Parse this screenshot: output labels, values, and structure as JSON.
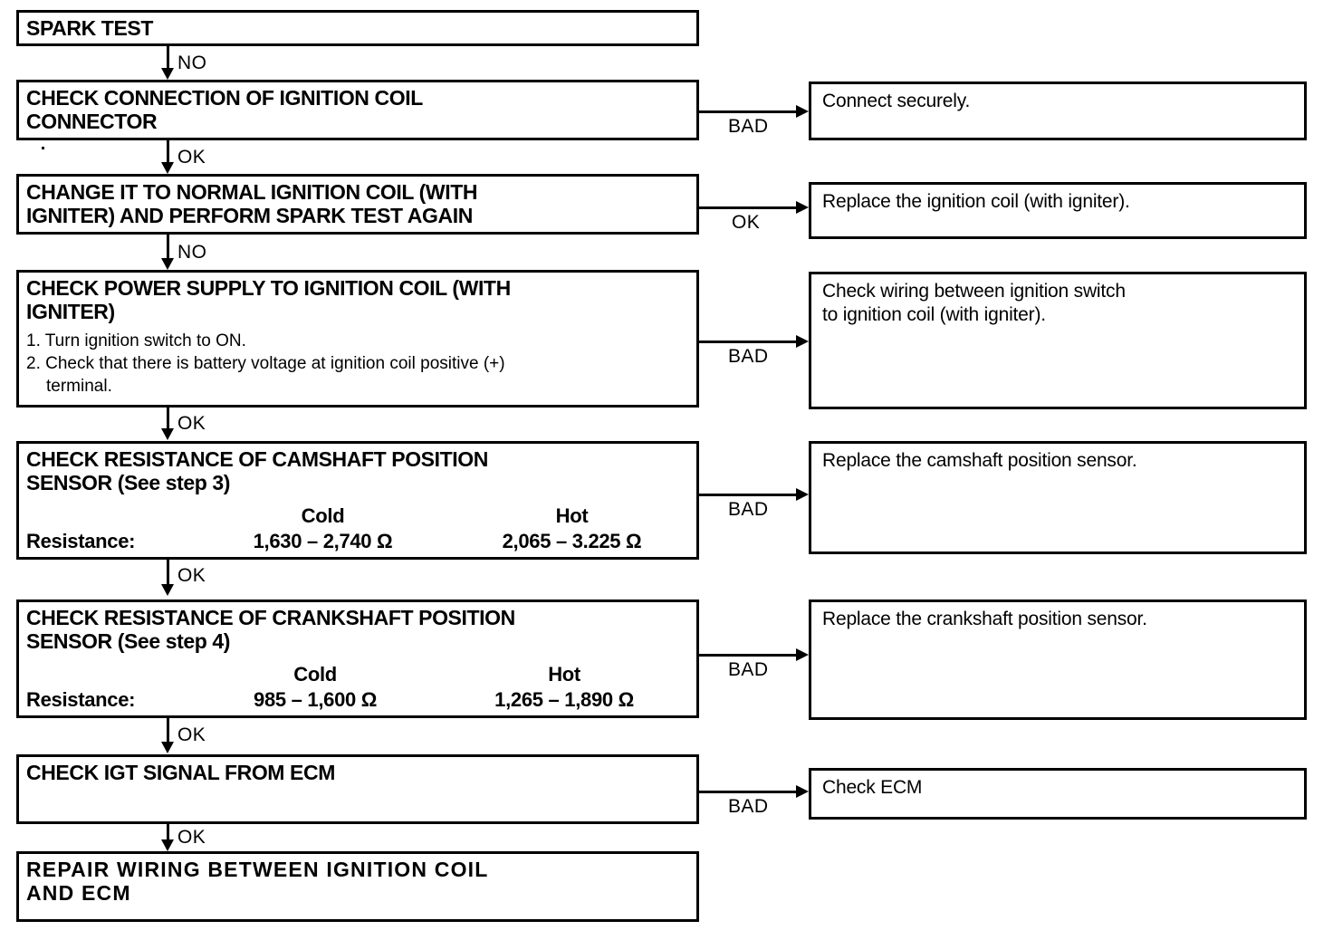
{
  "diagram": {
    "title": "Ignition system troubleshooting flow chart",
    "type": "flowchart",
    "steps": [
      {
        "id": "spark-test",
        "title": "SPARK TEST",
        "out_label": "NO"
      },
      {
        "id": "check-connection",
        "title": "CHECK CONNECTION OF IGNITION COIL\nCONNECTOR",
        "out_label": "OK",
        "branch_label": "BAD",
        "branch_text": "Connect securely."
      },
      {
        "id": "change-coil",
        "title": "CHANGE IT TO NORMAL IGNITION COIL (WITH\nIGNITER) AND PERFORM SPARK TEST AGAIN",
        "out_label": "NO",
        "branch_label": "OK",
        "branch_text": "Replace the ignition coil (with igniter)."
      },
      {
        "id": "check-power-supply",
        "title": "CHECK POWER SUPPLY TO IGNITION COIL (WITH\nIGNITER)",
        "items": [
          "1. Turn ignition switch to ON.",
          "2. Check that there is battery voltage at ignition coil positive (+)",
          "terminal."
        ],
        "out_label": "OK",
        "branch_label": "BAD",
        "branch_text": "Check wiring between ignition switch\nto ignition coil (with igniter)."
      },
      {
        "id": "check-camshaft-sensor",
        "title": "CHECK RESISTANCE OF CAMSHAFT POSITION\nSENSOR (See step 3)",
        "table": {
          "col_cold": "Cold",
          "col_hot": "Hot",
          "row_label": "Resistance:",
          "cold_value": "1,630 – 2,740 Ω",
          "hot_value": "2,065 – 3.225 Ω"
        },
        "out_label": "OK",
        "branch_label": "BAD",
        "branch_text": "Replace the camshaft position sensor."
      },
      {
        "id": "check-crankshaft-sensor",
        "title": "CHECK RESISTANCE OF CRANKSHAFT POSITION\nSENSOR (See step 4)",
        "table": {
          "col_cold": "Cold",
          "col_hot": "Hot",
          "row_label": "Resistance:",
          "cold_value": "985 – 1,600 Ω",
          "hot_value": "1,265 – 1,890 Ω"
        },
        "out_label": "OK",
        "branch_label": "BAD",
        "branch_text": "Replace the crankshaft position sensor."
      },
      {
        "id": "check-igt-signal",
        "title": "CHECK IGT SIGNAL FROM ECM",
        "out_label": "OK",
        "branch_label": "BAD",
        "branch_text": "Check ECM"
      },
      {
        "id": "repair-wiring",
        "title": "REPAIR  WIRING  BETWEEN  IGNITION  COIL\nAND ECM"
      }
    ]
  }
}
